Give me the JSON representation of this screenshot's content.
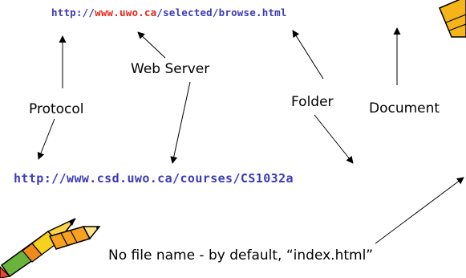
{
  "url_top": {
    "protocol": "http://",
    "server": "www.uwo.ca",
    "path": "/selected/browse.html"
  },
  "url_bottom": {
    "text": "http://www.csd.uwo.ca/courses/CS1032a"
  },
  "labels": {
    "web_server": "Web Server",
    "protocol": "Protocol",
    "folder": "Folder",
    "document": "Document",
    "note": "No file name - by default, “index.html”"
  },
  "colors": {
    "url_blue": "#3b3bb8",
    "url_red": "#e8261e",
    "arrow": "#000000"
  },
  "icons": [
    "pencil-clipart-icon",
    "pencil-corner-icon"
  ]
}
